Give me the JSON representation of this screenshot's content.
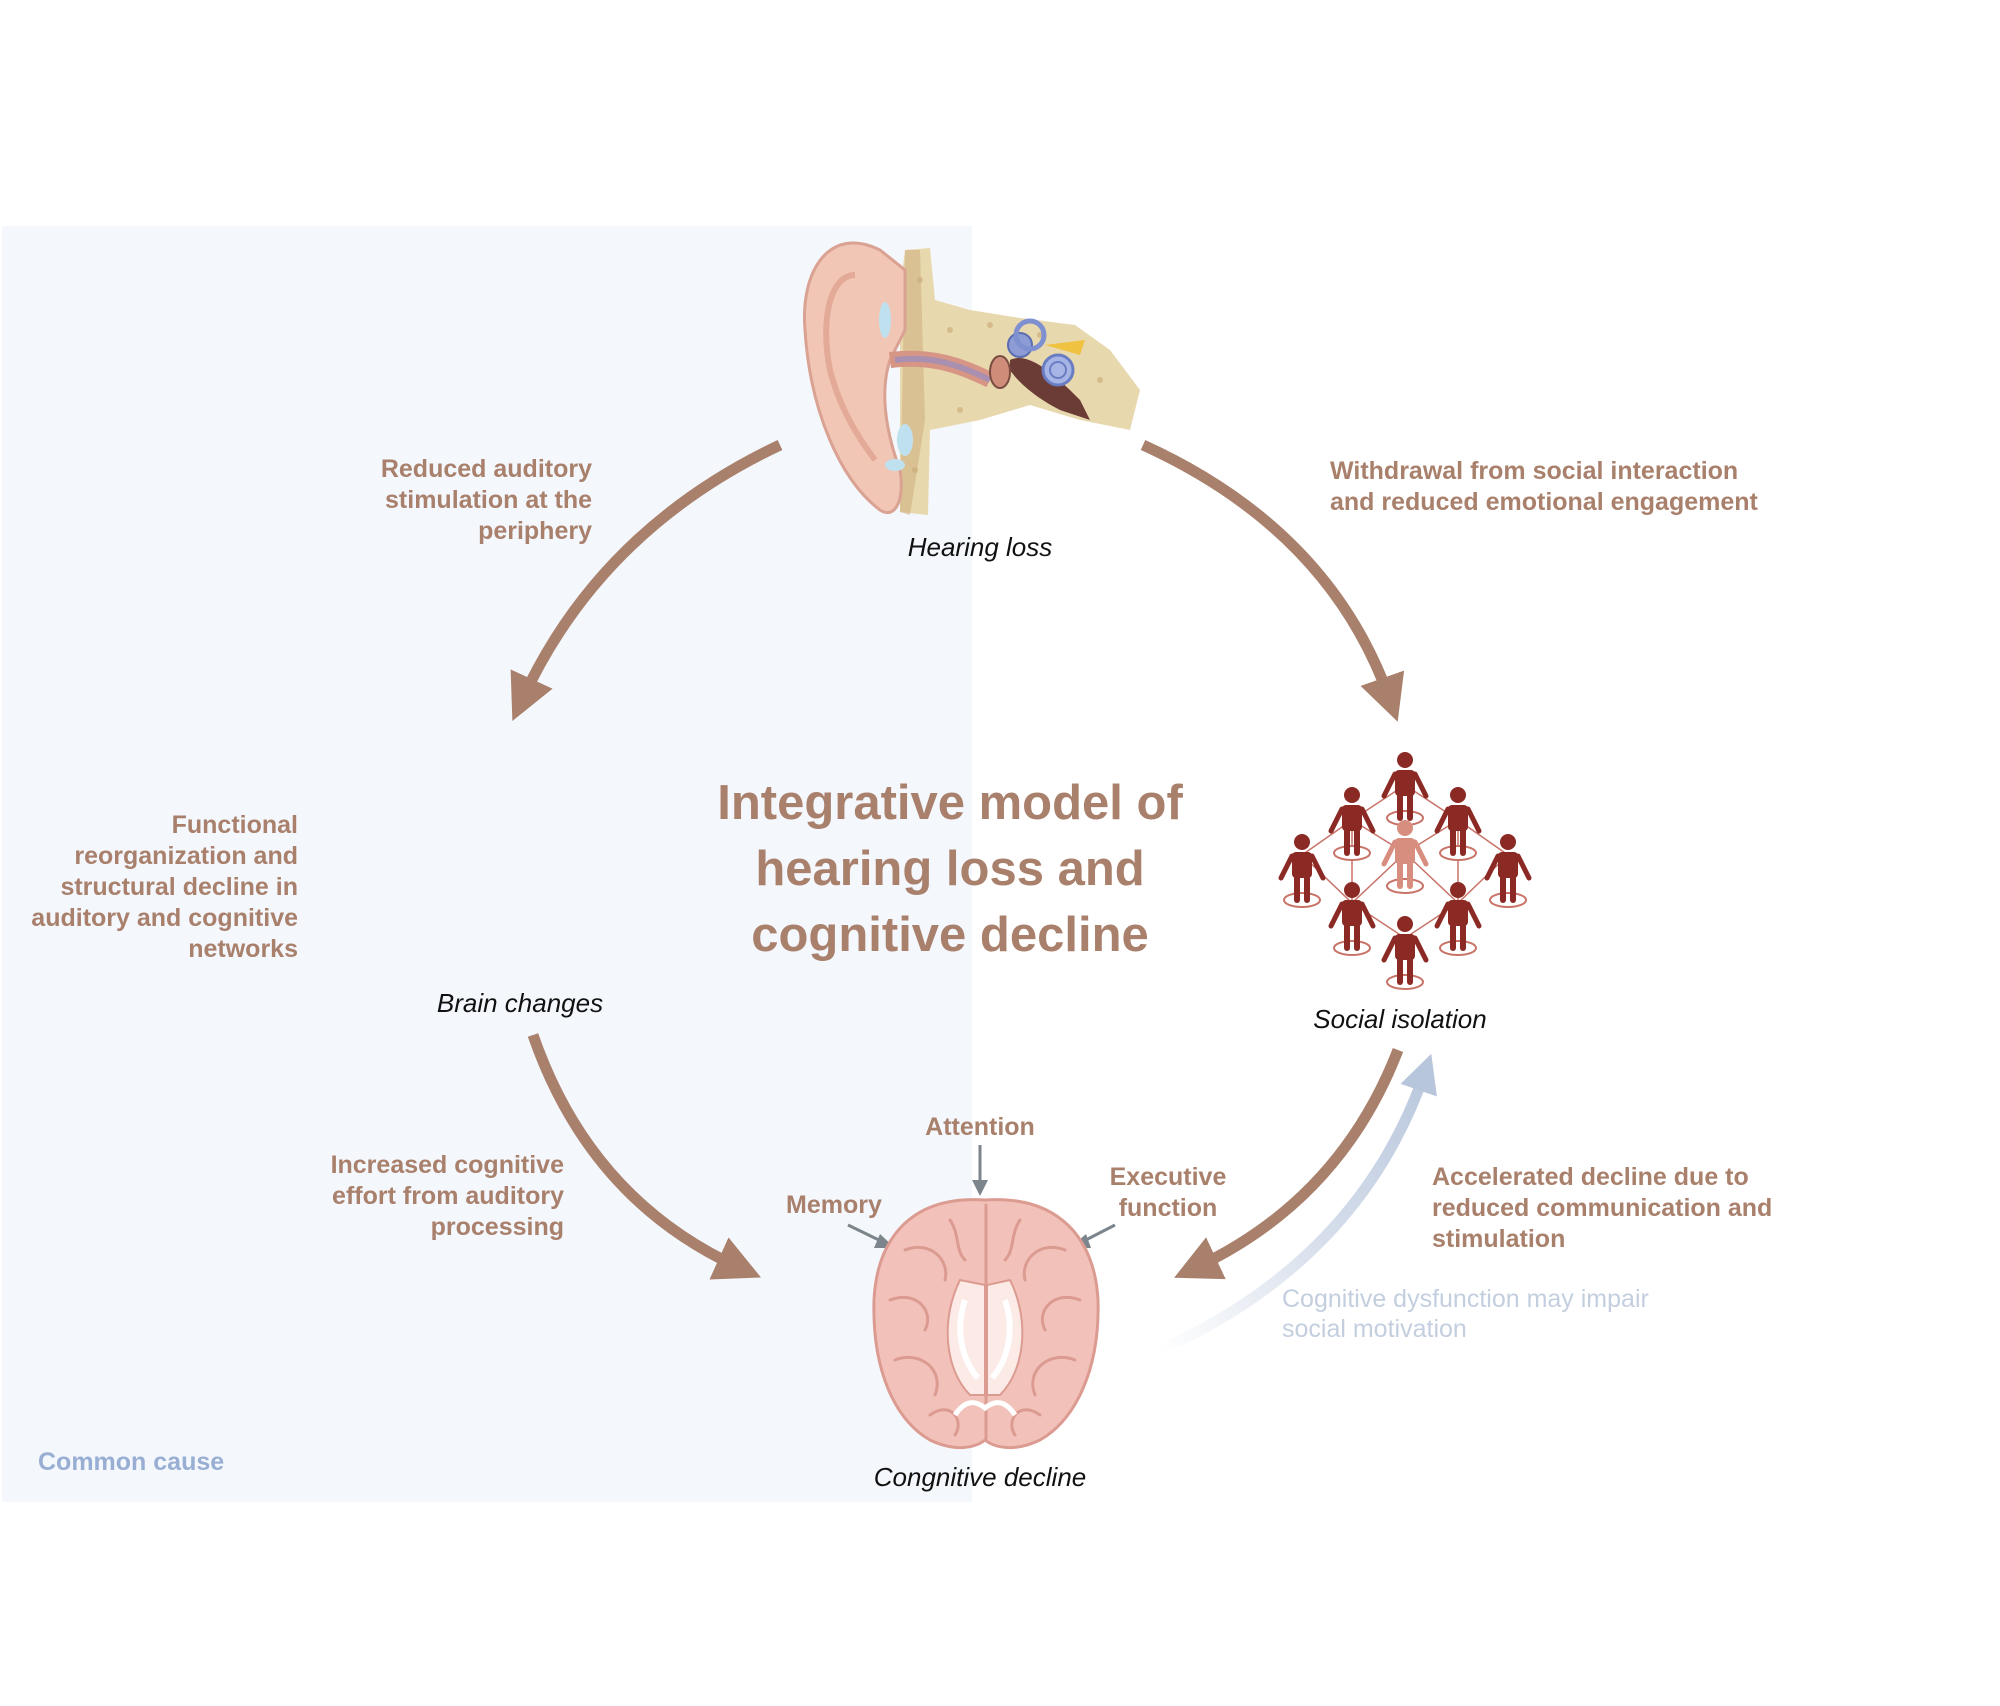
{
  "title": "Integrative model of hearing loss and cognitive decline",
  "nodes": {
    "hearing_loss": "Hearing loss",
    "brain_changes": "Brain changes",
    "social_isolation": "Social isolation",
    "cognitive_decline": "Congnitive decline"
  },
  "edges": {
    "hearing_to_brain": "Reduced auditory stimulation at the periphery",
    "hearing_to_social": "Withdrawal from social interaction and reduced emotional engagement",
    "brain_to_cognitive": "Increased cognitive effort from auditory processing",
    "social_to_cognitive": "Accelerated decline due to reduced communication and stimulation",
    "cognitive_to_social": "Cognitive dysfunction may impair social motivation"
  },
  "brain_changes_detail": "Functional reorganization and structural decline in auditory and cognitive networks",
  "cognitive_domains": {
    "attention": "Attention",
    "memory": "Memory",
    "executive": "Executive function"
  },
  "panel_label": "Common cause",
  "colors": {
    "arrow": "#a9806c",
    "label": "#a9806c",
    "faint_arrow": "#b8c6dc",
    "panel": "#f4f7fc",
    "people": "#8b2a25",
    "people_center": "#d88e7e"
  },
  "icons": {
    "ear": "ear-anatomy-icon",
    "people": "social-network-icon",
    "brain": "brain-icon"
  }
}
